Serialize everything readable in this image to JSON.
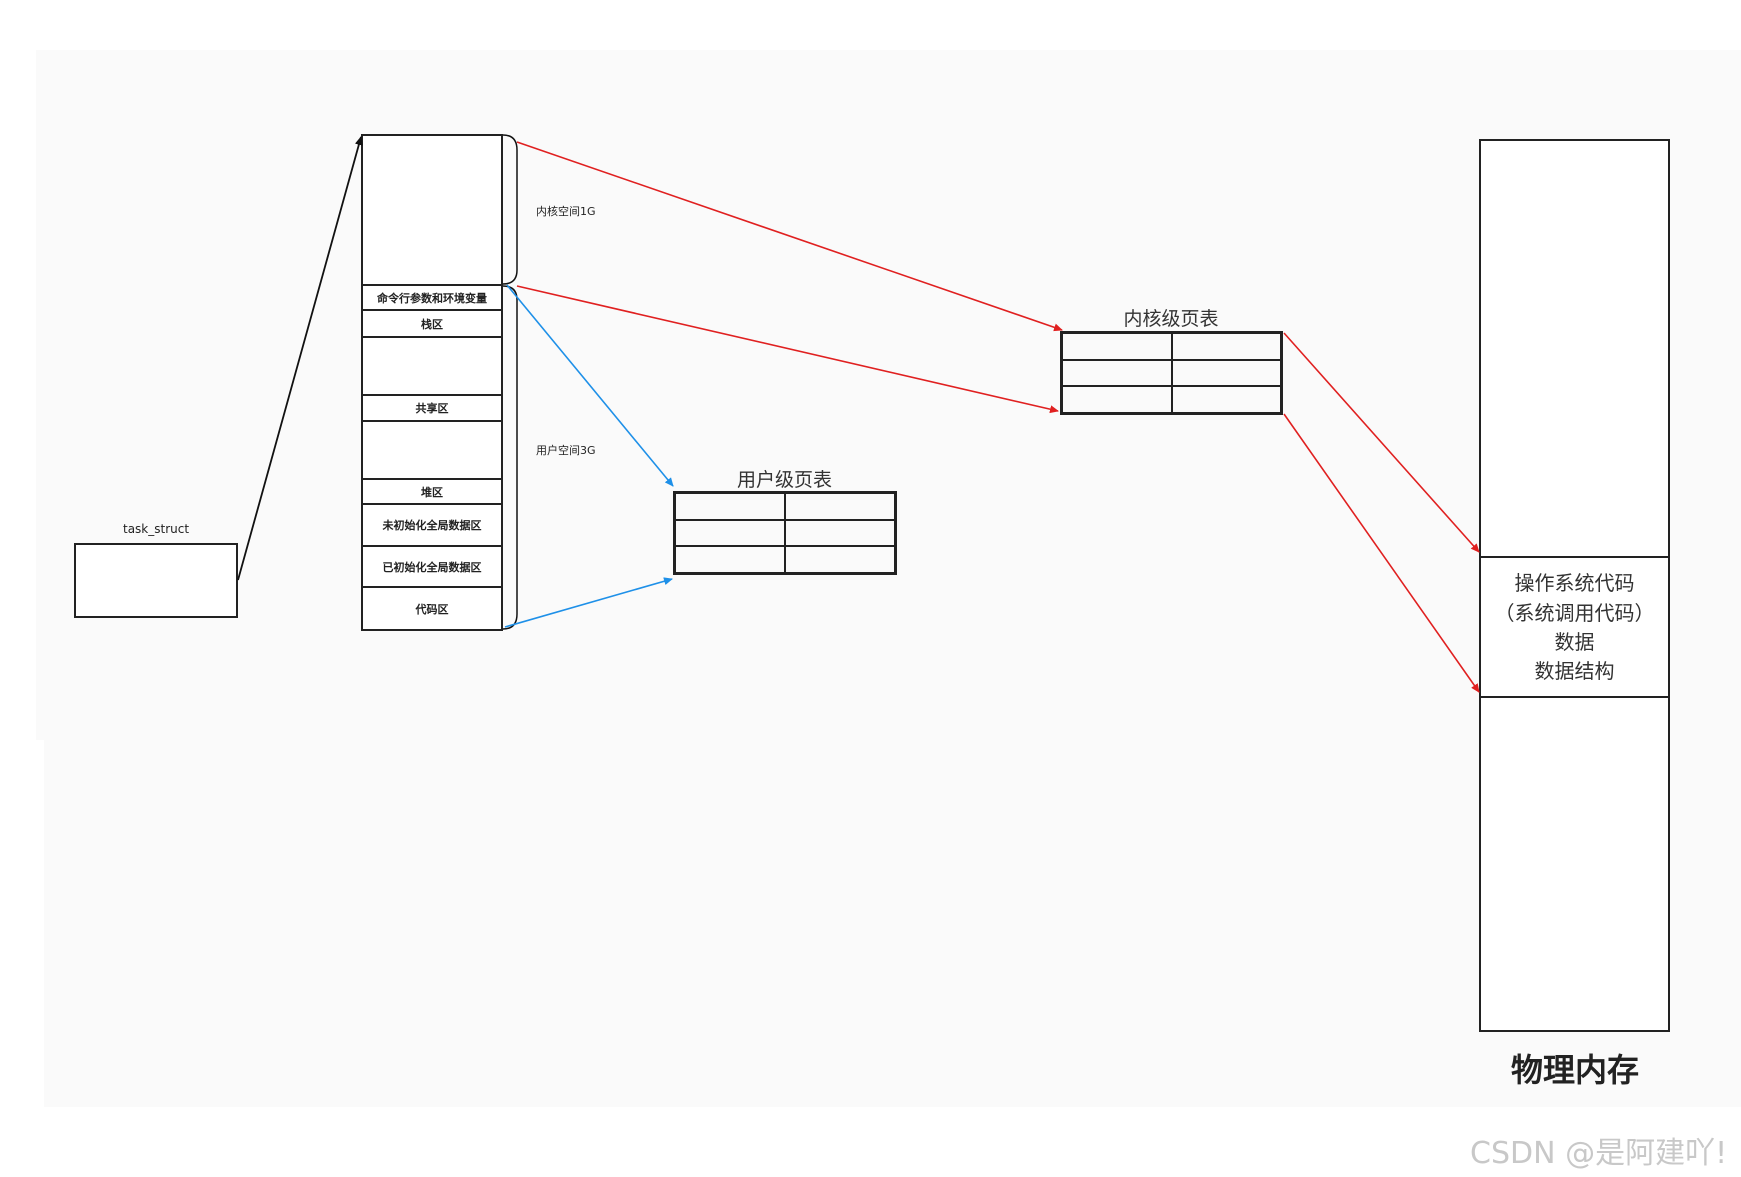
{
  "task_struct": {
    "label": "task_struct"
  },
  "address_space": {
    "segments": [
      {
        "id": "cmdline",
        "label": "命令行参数和环境变量"
      },
      {
        "id": "stack",
        "label": "栈区"
      },
      {
        "id": "gap1",
        "label": ""
      },
      {
        "id": "shared",
        "label": "共享区"
      },
      {
        "id": "gap2",
        "label": ""
      },
      {
        "id": "heap",
        "label": "堆区"
      },
      {
        "id": "bss",
        "label": "未初始化全局数据区"
      },
      {
        "id": "data",
        "label": "已初始化全局数据区"
      },
      {
        "id": "code",
        "label": "代码区"
      }
    ],
    "kernel_label": "内核空间1G",
    "user_label": "用户空间3G"
  },
  "kernel_page_table": {
    "title": "内核级页表"
  },
  "user_page_table": {
    "title": "用户级页表"
  },
  "physical_memory": {
    "title": "物理内存",
    "os_lines": [
      "操作系统代码",
      "（系统调用代码）",
      "数据",
      "数据结构"
    ]
  },
  "colors": {
    "kernel_arrow": "#e02020",
    "user_arrow": "#1e90e8",
    "pointer_arrow": "#111111"
  },
  "watermark": "CSDN @是阿建吖!"
}
